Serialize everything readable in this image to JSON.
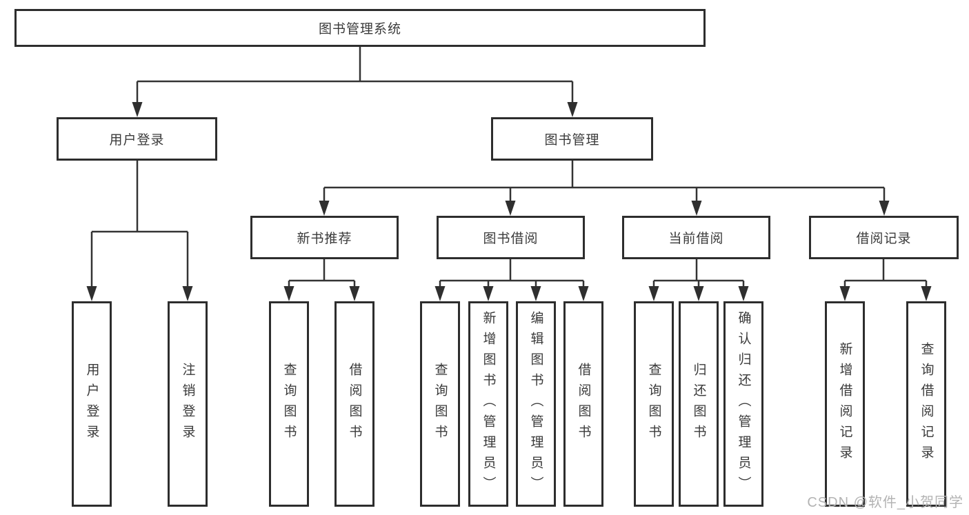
{
  "tree": {
    "root": "图书管理系统",
    "children": [
      {
        "label": "用户登录",
        "leaves": [
          "用户登录",
          "注销登录"
        ]
      },
      {
        "label": "图书管理",
        "children": [
          {
            "label": "新书推荐",
            "leaves": [
              "查询图书",
              "借阅图书"
            ]
          },
          {
            "label": "图书借阅",
            "leaves": [
              "查询图书",
              "新增图书（管理员）",
              "编辑图书（管理员）",
              "借阅图书"
            ]
          },
          {
            "label": "当前借阅",
            "leaves": [
              "查询图书",
              "归还图书",
              "确认归还（管理员）"
            ]
          },
          {
            "label": "借阅记录",
            "leaves": [
              "新增借阅记录",
              "查询借阅记录"
            ]
          }
        ]
      }
    ]
  },
  "watermark": "CSDN @软件_小贺同学",
  "colors": {
    "line": "#333333",
    "border": "#2d2d2d",
    "text": "#3a3a3a",
    "watermark": "#b3b3b3",
    "background": "#ffffff"
  }
}
